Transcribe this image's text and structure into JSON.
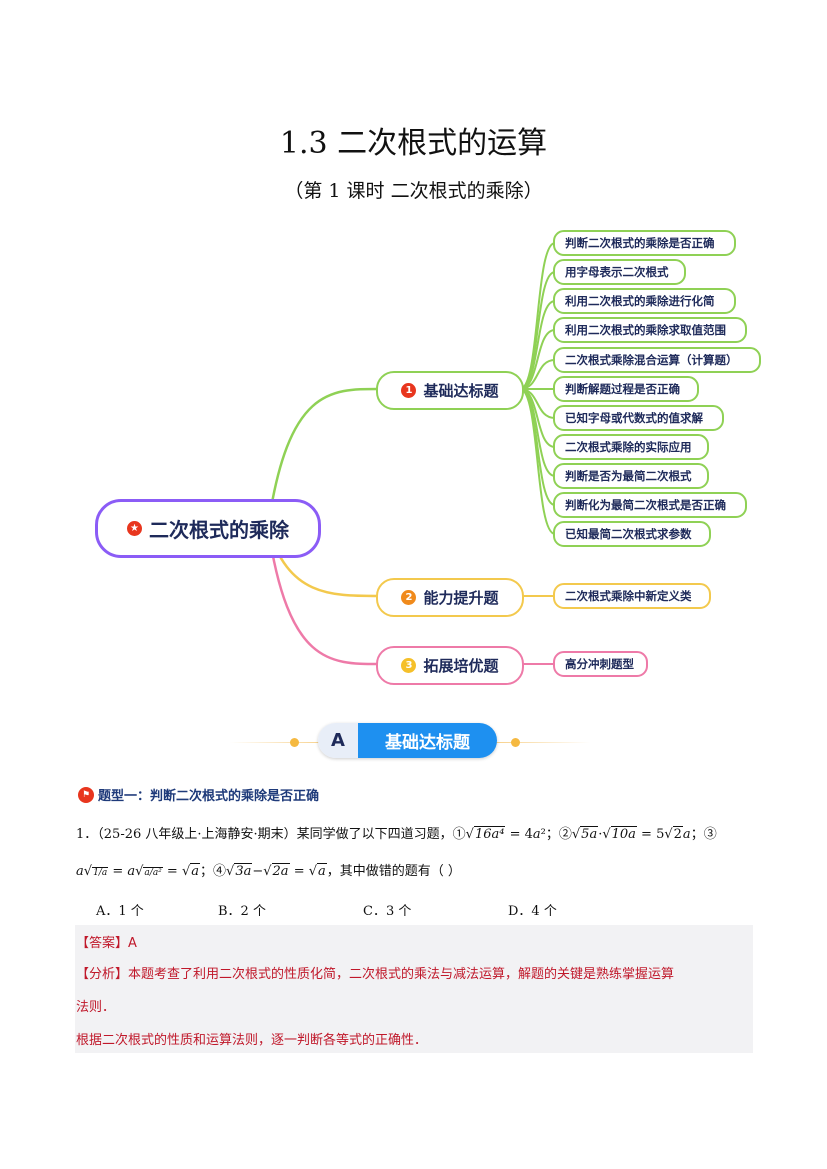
{
  "title": "1.3  二次根式的运算",
  "subtitle": "（第 1 课时  二次根式的乘除）",
  "mindmap": {
    "root": "二次根式的乘除",
    "branches": [
      {
        "num": "1",
        "label": "基础达标题",
        "color": "#8fd155",
        "num_color": "#e8361e",
        "leaves": [
          "判断二次根式的乘除是否正确",
          "用字母表示二次根式",
          "利用二次根式的乘除进行化简",
          "利用二次根式的乘除求取值范围",
          "二次根式乘除混合运算（计算题）",
          "判断解题过程是否正确",
          "已知字母或代数式的值求解",
          "二次根式乘除的实际应用",
          "判断是否为最简二次根式",
          "判断化为最简二次根式是否正确",
          "已知最简二次根式求参数"
        ]
      },
      {
        "num": "2",
        "label": "能力提升题",
        "color": "#f3c94d",
        "num_color": "#f08a1c",
        "leaves": [
          "二次根式乘除中新定义类"
        ]
      },
      {
        "num": "3",
        "label": "拓展培优题",
        "color": "#ee7aa8",
        "num_color": "#f5c02a",
        "leaves": [
          "高分冲刺题型"
        ]
      }
    ]
  },
  "section_banner": {
    "letter": "A",
    "label": "基础达标题"
  },
  "question_type": "题型一：判断二次根式的乘除是否正确",
  "question": {
    "intro": "1．（25-26 八年级上·上海静安·期末）某同学做了以下四道习题，",
    "tail": "，其中做错的题有（    ）",
    "options": [
      "A．1 个",
      "B．2 个",
      "C．3 个",
      "D．4 个"
    ]
  },
  "answer": {
    "answer_tag": "【答案】",
    "answer_value": "A",
    "analysis_tag": "【分析】",
    "analysis_1": "本题考查了利用二次根式的性质化简，二次根式的乘法与减法运算，解题的关键是熟练掌握运算",
    "analysis_2": "法则．",
    "analysis_3": "根据二次根式的性质和运算法则，逐一判断各等式的正确性．"
  }
}
